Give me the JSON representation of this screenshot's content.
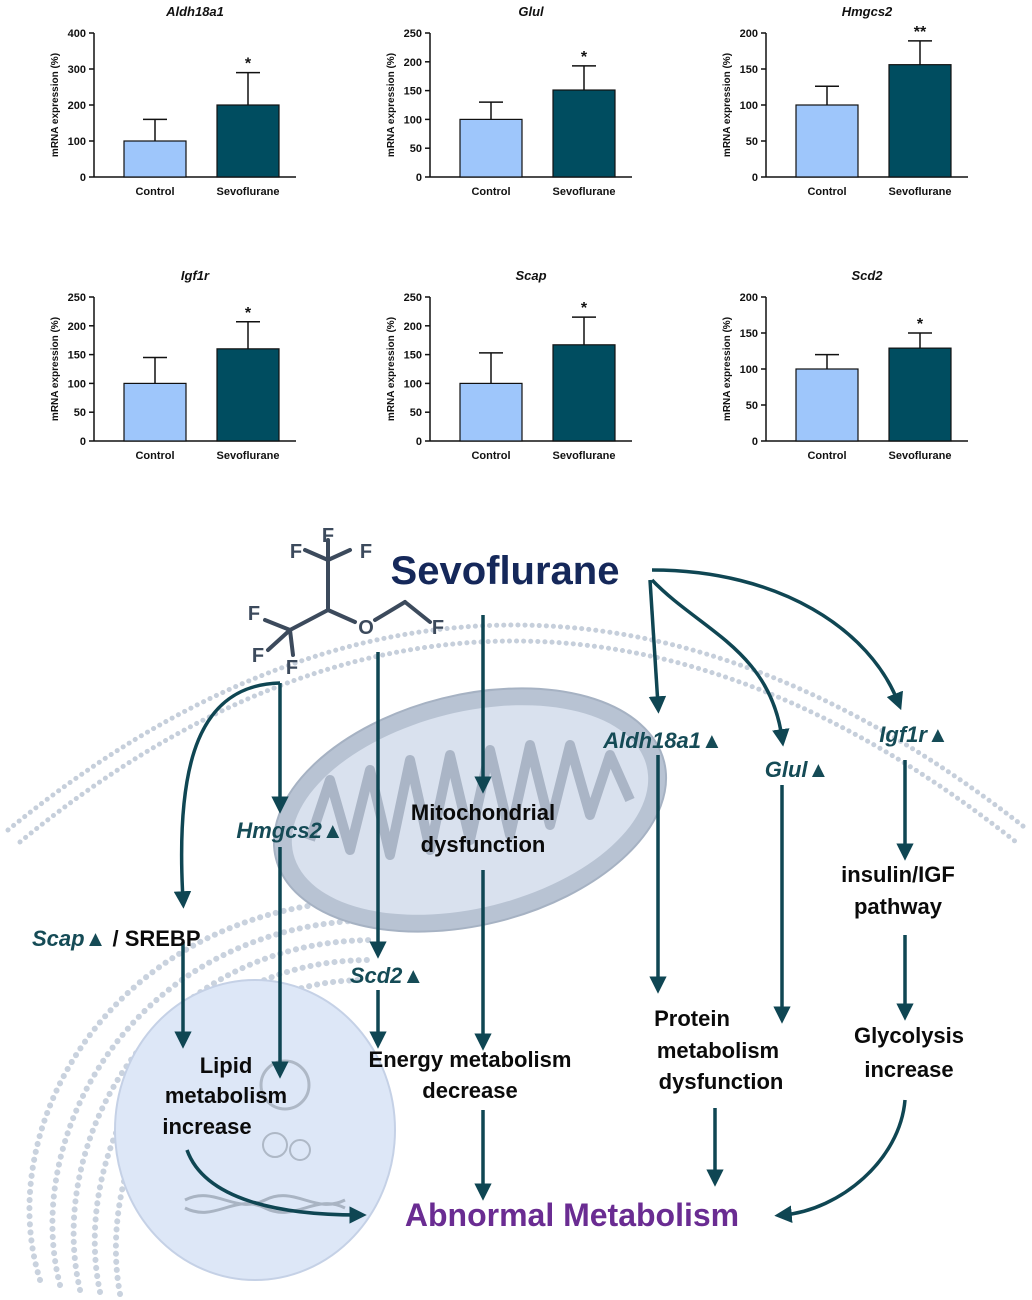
{
  "chart_data": [
    {
      "type": "bar",
      "title": "Aldh18a1",
      "ylabel": "mRNA expression (%)",
      "categories": [
        "Control",
        "Sevoflurane"
      ],
      "values": [
        100,
        200
      ],
      "errors": [
        60,
        90
      ],
      "yticks": [
        0,
        100,
        200,
        300,
        400
      ],
      "ylim": [
        0,
        400
      ],
      "significance": [
        "",
        "*"
      ],
      "colors": [
        "#9ec6fb",
        "#004d60"
      ]
    },
    {
      "type": "bar",
      "title": "Glul",
      "ylabel": "mRNA expression (%)",
      "categories": [
        "Control",
        "Sevoflurane"
      ],
      "values": [
        100,
        151
      ],
      "errors": [
        30,
        42
      ],
      "yticks": [
        0,
        50,
        100,
        150,
        200,
        250
      ],
      "ylim": [
        0,
        250
      ],
      "significance": [
        "",
        "*"
      ],
      "colors": [
        "#9ec6fb",
        "#004d60"
      ]
    },
    {
      "type": "bar",
      "title": "Hmgcs2",
      "ylabel": "mRNA expression (%)",
      "categories": [
        "Control",
        "Sevoflurane"
      ],
      "values": [
        100,
        156
      ],
      "errors": [
        26,
        33
      ],
      "yticks": [
        0,
        50,
        100,
        150,
        200
      ],
      "ylim": [
        0,
        200
      ],
      "significance": [
        "",
        "**"
      ],
      "colors": [
        "#9ec6fb",
        "#004d60"
      ]
    },
    {
      "type": "bar",
      "title": "Igf1r",
      "ylabel": "mRNA expression (%)",
      "categories": [
        "Control",
        "Sevoflurane"
      ],
      "values": [
        100,
        160
      ],
      "errors": [
        45,
        47
      ],
      "yticks": [
        0,
        50,
        100,
        150,
        200,
        250
      ],
      "ylim": [
        0,
        250
      ],
      "significance": [
        "",
        "*"
      ],
      "colors": [
        "#9ec6fb",
        "#004d60"
      ]
    },
    {
      "type": "bar",
      "title": "Scap",
      "ylabel": "mRNA expression (%)",
      "categories": [
        "Control",
        "Sevoflurane"
      ],
      "values": [
        100,
        167
      ],
      "errors": [
        53,
        48
      ],
      "yticks": [
        0,
        50,
        100,
        150,
        200,
        250
      ],
      "ylim": [
        0,
        250
      ],
      "significance": [
        "",
        "*"
      ],
      "colors": [
        "#9ec6fb",
        "#004d60"
      ]
    },
    {
      "type": "bar",
      "title": "Scd2",
      "ylabel": "mRNA expression (%)",
      "categories": [
        "Control",
        "Sevoflurane"
      ],
      "values": [
        100,
        129
      ],
      "errors": [
        20,
        21
      ],
      "yticks": [
        0,
        50,
        100,
        150,
        200
      ],
      "ylim": [
        0,
        200
      ],
      "significance": [
        "",
        "*"
      ],
      "colors": [
        "#9ec6fb",
        "#004d60"
      ]
    }
  ],
  "diagram": {
    "title": "Sevoflurane",
    "molecule_atoms": {
      "F": "F",
      "O": "O"
    },
    "genes": {
      "hmgcs2": "Hmgcs2▲",
      "scap": "Scap▲",
      "scd2": "Scd2▲",
      "aldh18a1": "Aldh18a1▲",
      "glul": "Glul▲",
      "igf1r": "Igf1r▲"
    },
    "srebp": " / SREBP",
    "mito": [
      "Mitochondrial",
      "dysfunction"
    ],
    "lipid": [
      "Lipid",
      "metabolism",
      "increase"
    ],
    "energy": [
      "Energy metabolism",
      "decrease"
    ],
    "protein": [
      "Protein",
      "metabolism",
      "dysfunction"
    ],
    "insulin": [
      "insulin/IGF",
      "pathway"
    ],
    "glycolysis": [
      "Glycolysis",
      "increase"
    ],
    "outcome": "Abnormal Metabolism",
    "colors": {
      "title": "#15285a",
      "gene": "#154b56",
      "arrow": "#0f4653",
      "outcome": "#6a2c92",
      "membrane": "#c6cfdb",
      "organelle": "#c9d2de",
      "nucleus": "#dde7f7"
    }
  }
}
